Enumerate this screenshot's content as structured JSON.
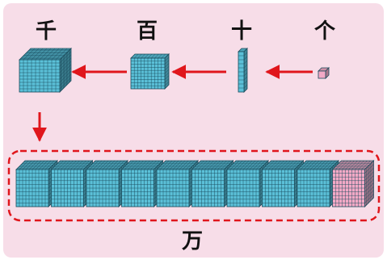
{
  "labels": {
    "thousand": "千",
    "hundred": "百",
    "ten": "十",
    "one": "个",
    "ten_thousand": "万"
  },
  "colors": {
    "background": "#f7dde8",
    "cube_face": "#5bc0d8",
    "cube_grid": "#1a4a5a",
    "pink_cube": "#f2a9c6",
    "arrow": "#e0161c",
    "dashed_frame": "#e0161c"
  },
  "row_cubes": {
    "blue_count": 9,
    "pink_count": 1
  }
}
